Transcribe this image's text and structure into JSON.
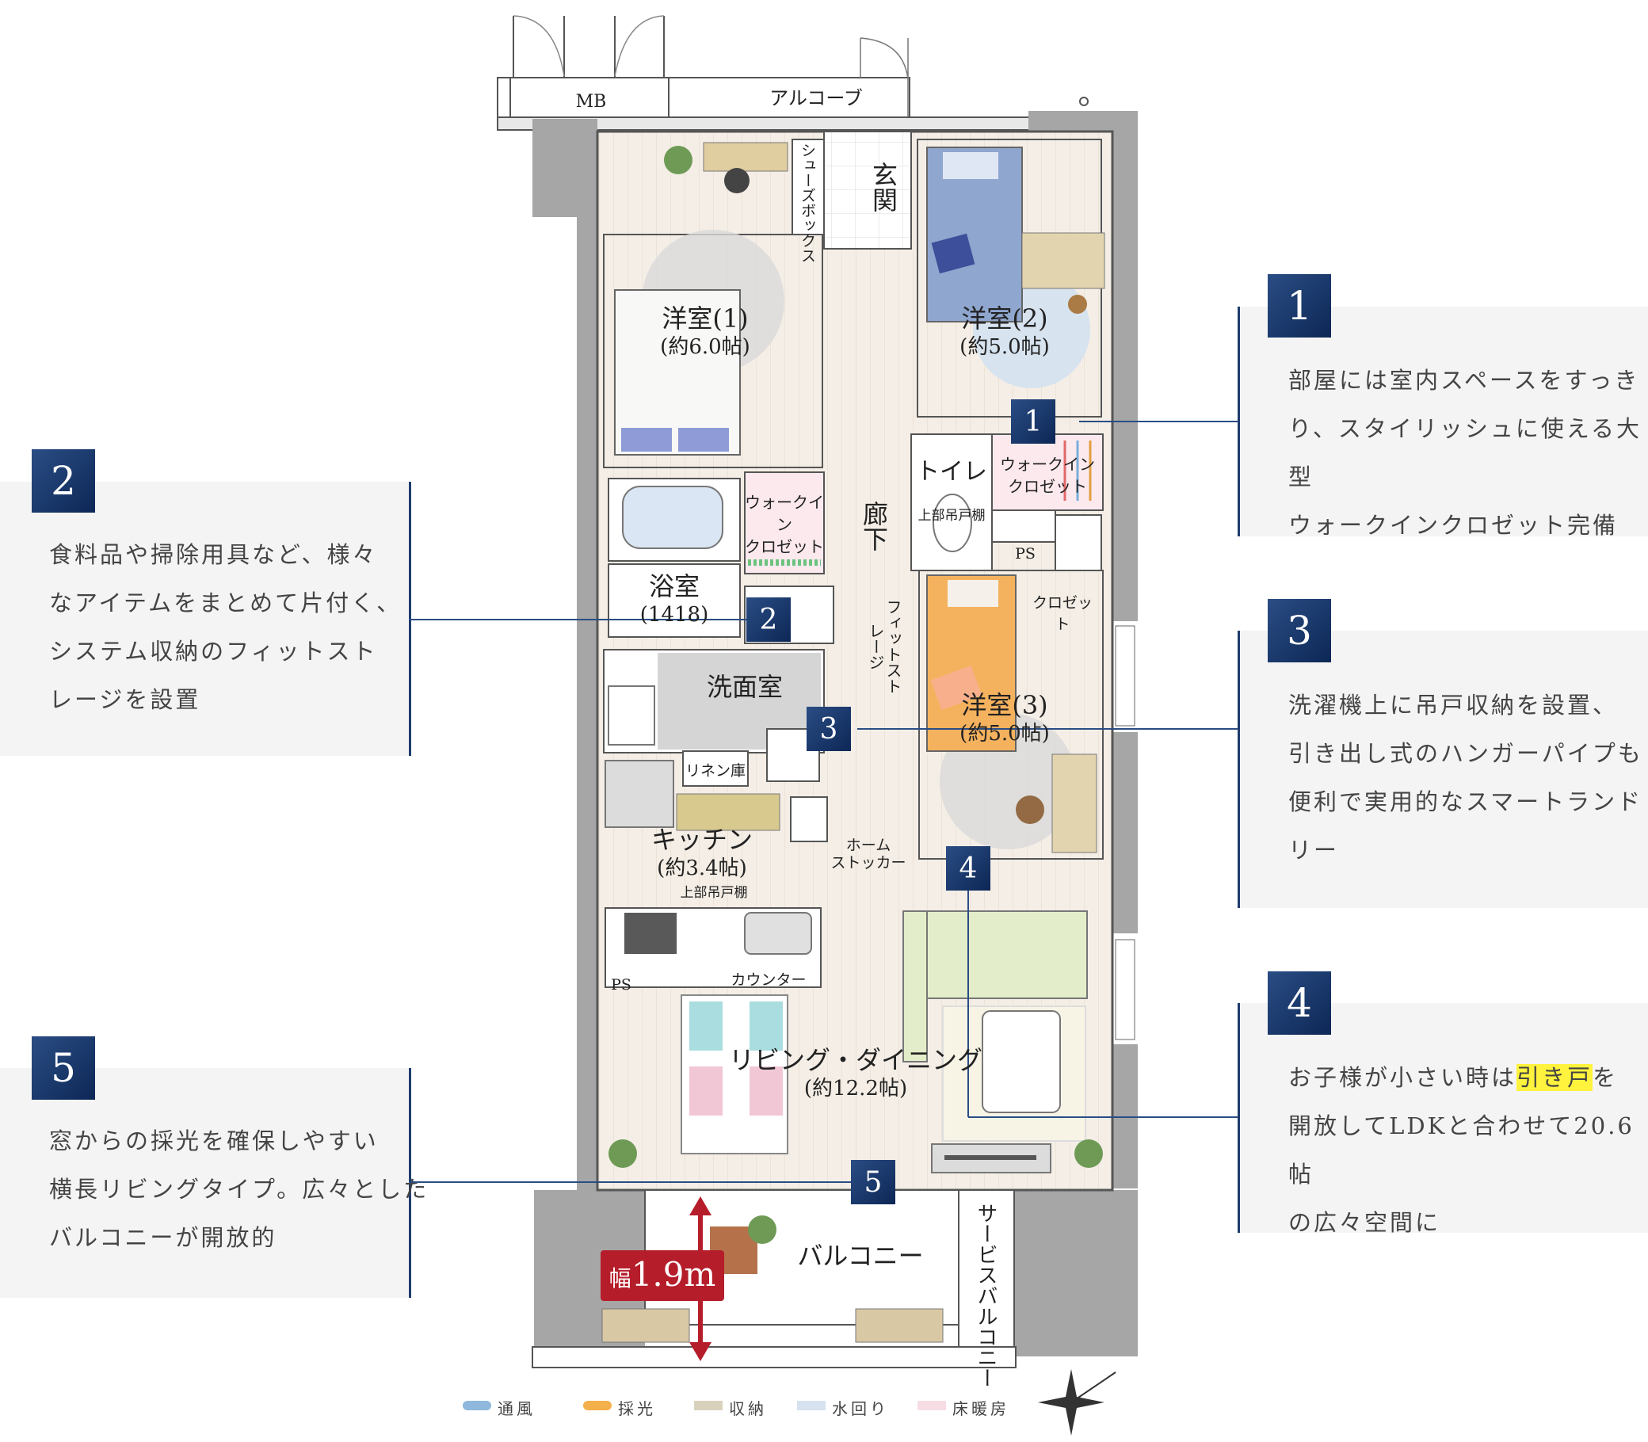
{
  "callouts": [
    {
      "number": "1",
      "lines": [
        "部屋には室内スペースをすっき",
        "り、スタイリッシュに使える大型",
        "ウォークインクロゼット完備"
      ]
    },
    {
      "number": "2",
      "lines": [
        "食料品や掃除用具など、様々",
        "なアイテムをまとめて片付く、",
        "システム収納のフィットスト",
        "レージを設置"
      ]
    },
    {
      "number": "3",
      "lines": [
        "洗濯機上に吊戸収納を設置、",
        "引き出し式のハンガーパイプも",
        "便利で実用的なスマートランド",
        "リー"
      ]
    },
    {
      "number": "4",
      "lines_before": "お子様が小さい時は",
      "highlight": "引き戸",
      "lines_after": "を",
      "lines": [
        "開放してLDKと合わせて20.6帖",
        "の広々空間に"
      ]
    },
    {
      "number": "5",
      "lines": [
        "窓からの採光を確保しやすい",
        "横長リビングタイプ。広々とした",
        "バルコニーが開放的"
      ]
    }
  ],
  "plan": {
    "mb": "MB",
    "alcove": "アルコーブ",
    "entrance": "玄関",
    "shoebox": "シューズボックス",
    "room1": {
      "name": "洋室(1)",
      "size": "(約6.0帖)"
    },
    "room2": {
      "name": "洋室(2)",
      "size": "(約5.0帖)"
    },
    "room3": {
      "name": "洋室(3)",
      "size": "(約5.0帖)"
    },
    "toilet": "トイレ",
    "toilet_shelf": "上部吊戸棚",
    "wic1": [
      "ウォークイン",
      "クロゼット"
    ],
    "wic2": [
      "ウォークイン",
      "クロゼット"
    ],
    "ps": "PS",
    "closet": "クロゼット",
    "corridor": "廊下",
    "fit_storage": "フィットストレージ",
    "bath": {
      "name": "浴室",
      "size": "(1418)"
    },
    "washroom": "洗面室",
    "linen": "リネン庫",
    "home_stocker": [
      "ホーム",
      "ストッカー"
    ],
    "kitchen": {
      "name": "キッチン",
      "size": "(約3.4帖)"
    },
    "kitchen_shelf": "上部吊戸棚",
    "counter": "カウンター",
    "ps2": "PS",
    "ld": {
      "name": "リビング・ダイニング",
      "size": "(約12.2帖)"
    },
    "balcony": "バルコニー",
    "service_balcony": "サービスバルコニー",
    "balcony_width_prefix": "幅",
    "balcony_width": "1.9m",
    "markers": [
      "1",
      "2",
      "3",
      "4",
      "5"
    ]
  },
  "legend": [
    {
      "label": "通風",
      "color": "#8fb8dc"
    },
    {
      "label": "採光",
      "color": "#f4b04a"
    },
    {
      "label": "収納",
      "color": "#d8d2bd"
    },
    {
      "label": "水回り",
      "color": "#d6e2f0"
    },
    {
      "label": "床暖房",
      "color": "#f6dde4"
    }
  ],
  "colors": {
    "accent": "#1f3c6e",
    "badge": "#17356a",
    "red": "#b51d2a"
  }
}
